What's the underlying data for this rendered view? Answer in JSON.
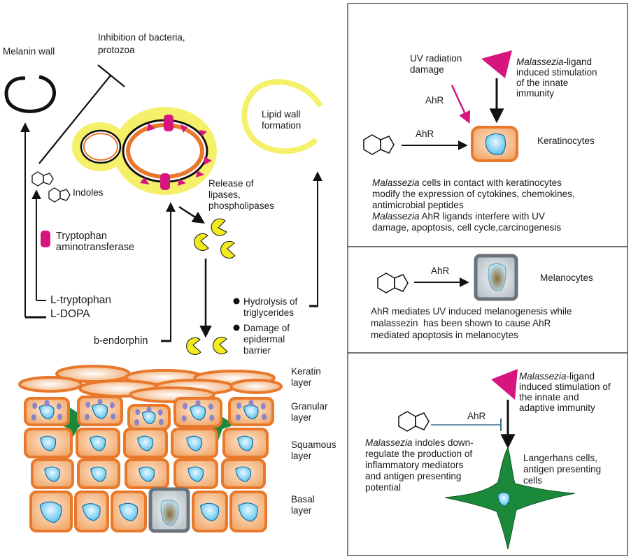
{
  "left": {
    "melanin_wall": "Melanin wall",
    "inhibition": [
      "Inhibition of bacteria,",
      "protozoa"
    ],
    "indoles": "Indoles",
    "tryptophan_enzyme": [
      "Tryptophan",
      "aminotransferase"
    ],
    "l_tryptophan": "L-tryptophan",
    "l_dopa": "L-DOPA",
    "lipid_wall": [
      "Lipid wall",
      "formation"
    ],
    "release": [
      "Release of",
      "lipases,",
      "phospholipases"
    ],
    "hydrolysis": [
      "Hydrolysis of",
      "triglycerides"
    ],
    "damage": [
      "Damage of",
      "epidermal",
      "barrier"
    ],
    "b_endorphin": "b-endorphin"
  },
  "layers": {
    "keratin": [
      "Keratin",
      "layer"
    ],
    "granular": [
      "Granular",
      "layer"
    ],
    "squamous": [
      "Squamous",
      "layer"
    ],
    "basal": [
      "Basal",
      "layer"
    ]
  },
  "panel_keratinocytes": {
    "uv": [
      "UV radiation",
      "damage"
    ],
    "ahr_diag": "AhR",
    "ahr": "AhR",
    "ligand_em": "Malassezia",
    "ligand_rest": "-ligand",
    "ligand_lines": [
      "induced stimulation",
      "of the innate",
      "immunity"
    ],
    "cell_label": "Keratinocytes",
    "text1_em": "Malassezia",
    "text1_rest": " cells in contact with keratinocytes",
    "text1_lines": [
      "modify the expression of cytokines, chemokines,",
      "antimicrobial peptides"
    ],
    "text2_em": "Malassezia",
    "text2_rest": " AhR ligands interfere with UV",
    "text2_lines": [
      "damage, apoptosis, cell cycle,carcinogenesis"
    ]
  },
  "panel_melanocytes": {
    "ahr": "AhR",
    "cell_label": "Melanocytes",
    "text": [
      "AhR mediates UV induced melanogenesis while",
      "malassezin  has been shown to cause AhR",
      "mediated apoptosis in melanocytes"
    ]
  },
  "panel_langerhans": {
    "ligand_em": "Malassezia",
    "ligand_rest": "-ligand",
    "ligand_lines": [
      "induced stimulation of",
      "the innate and",
      "adaptive immunity"
    ],
    "ahr": "AhR",
    "indoles_em": "Malassezia",
    "indoles_rest": " indoles down-",
    "indoles_lines": [
      "regulate the production of",
      "inflammatory mediators",
      "and antigen presenting",
      "potential"
    ],
    "cell_label": [
      "Langerhans cells,",
      "antigen presenting",
      "cells"
    ]
  },
  "colors": {
    "magenta": "#d6167e",
    "orange": "#e8792c",
    "cell_fill": "#f7c8a0",
    "nucleus": "#7fd0f0",
    "green": "#1a8a3a",
    "yellow": "#f5f06a",
    "pacman": "#f2ea1e",
    "gray_cell": "#6b7278"
  }
}
